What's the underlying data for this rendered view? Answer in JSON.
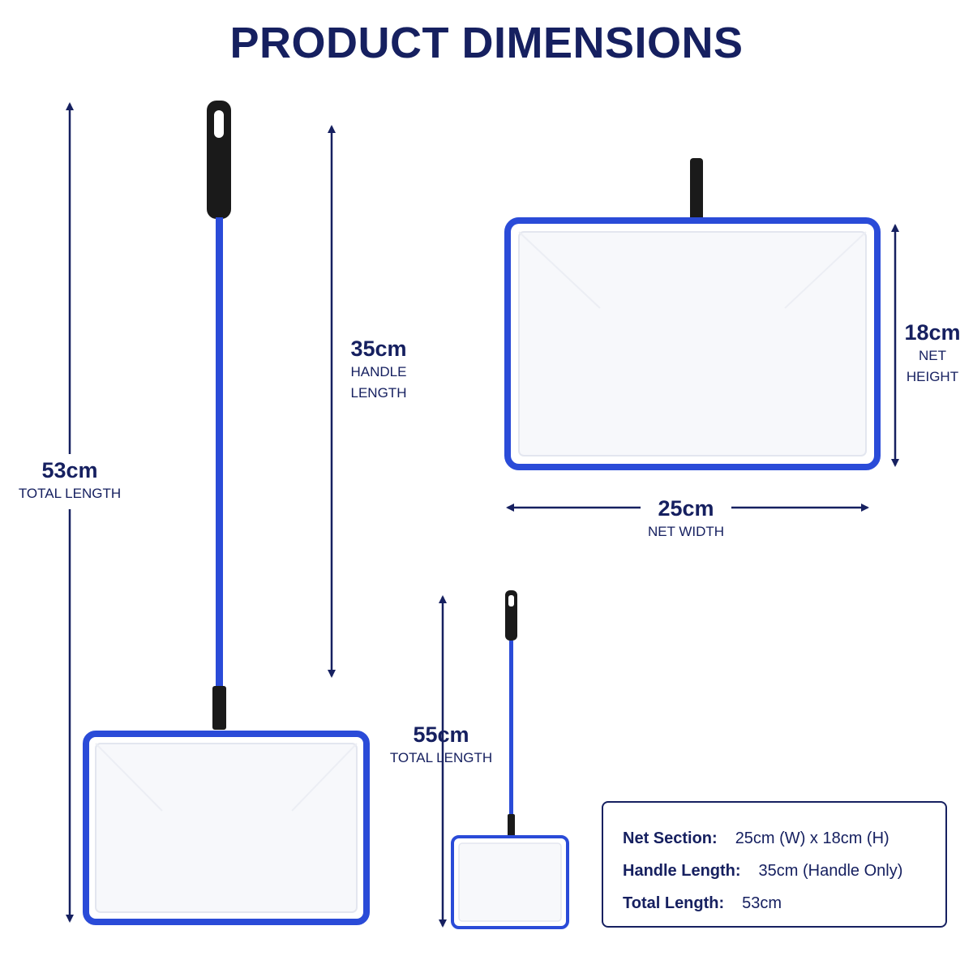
{
  "title": "PRODUCT DIMENSIONS",
  "dimensions": {
    "total_length_main": {
      "value": "53cm",
      "label": "TOTAL LENGTH"
    },
    "handle_length": {
      "value": "35cm",
      "label_line1": "HANDLE",
      "label_line2": "LENGTH"
    },
    "net_height": {
      "value": "18cm",
      "label_line1": "NET",
      "label_line2": "HEIGHT"
    },
    "net_width": {
      "value": "25cm",
      "label": "NET WIDTH"
    },
    "total_length_small": {
      "value": "55cm",
      "label": "TOTAL LENGTH"
    }
  },
  "specs": {
    "net_section": {
      "key": "Net Section:",
      "value": "25cm (W) x 18cm (H)"
    },
    "handle_length": {
      "key": "Handle Length:",
      "value": "35cm (Handle Only)"
    },
    "total_length": {
      "key": "Total Length:",
      "value": "53cm"
    }
  },
  "colors": {
    "navy": "#162060",
    "frame_blue": "#2a4bd8",
    "handle_black": "#1a1a1a"
  }
}
